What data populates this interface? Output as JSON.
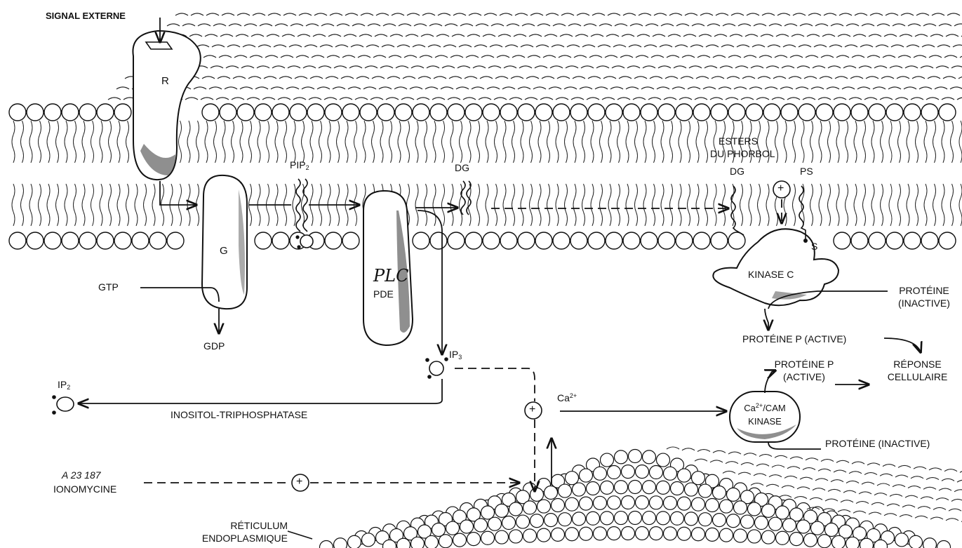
{
  "labels": {
    "signal_externe": "SIGNAL EXTERNE",
    "receptor": "R",
    "g_protein": "G",
    "gtp": "GTP",
    "gdp": "GDP",
    "pip2_base": "PIP",
    "pip2_sub": "2",
    "plc_handwritten": "PLC",
    "pde": "PDE",
    "dg_left": "DG",
    "ip3_base": "IP",
    "ip3_sub": "3",
    "ip2_base": "IP",
    "ip2_sub": "2",
    "inositol_triphosphatase": "INOSITOL-TRIPHOSPHATASE",
    "esters_line1": "ESTERS",
    "esters_line2": "DU PHORBOL",
    "dg_right": "DG",
    "ps": "PS",
    "s": "S",
    "kinase_c": "KINASE C",
    "proteine_inactive_1_line1": "PROTÉINE",
    "proteine_inactive_1_line2": "(INACTIVE)",
    "proteine_p_active_1": "PROTÉINE P (ACTIVE)",
    "proteine_p_active_2_line1": "PROTÉINE P",
    "proteine_p_active_2_line2": "(ACTIVE)",
    "reponse_line1": "RÉPONSE",
    "reponse_line2": "CELLULAIRE",
    "ca_base": "Ca",
    "ca_sup": "2+",
    "cam_kinase_base": "Ca",
    "cam_kinase_sup": "2+",
    "cam_kinase_rest": "/CAM",
    "cam_kinase_line2": "KINASE",
    "proteine_inactive_2": "PROTÉINE (INACTIVE)",
    "a23187": "A 23 187",
    "ionomycine": "IONOMYCINE",
    "reticulum_line1": "RÉTICULUM",
    "reticulum_line2": "ENDOPLASMIQUE",
    "plus_sign": "+"
  }
}
